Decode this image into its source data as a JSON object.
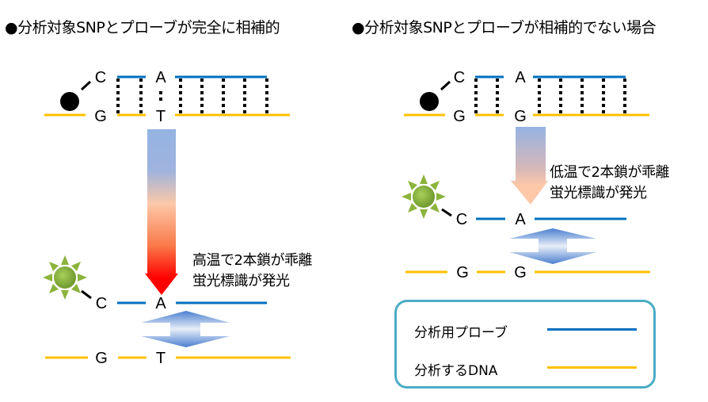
{
  "titles": {
    "left": "●分析対象SNPとプローブが完全に相補的",
    "right": "●分析対象SNPとプローブが相補的でない場合"
  },
  "left_panel": {
    "probe_bases": [
      "C",
      "A"
    ],
    "target_bases": [
      "G",
      "T"
    ],
    "note_line1": "高温で2本鎖が乖離",
    "note_line2": "蛍光標識が発光",
    "arrow_gradient": [
      "#95b3e2",
      "#fcc8a8",
      "#ff0000"
    ]
  },
  "right_panel": {
    "probe_bases": [
      "C",
      "A"
    ],
    "target_bases": [
      "G",
      "G"
    ],
    "note_line1": "低温で2本鎖が乖離",
    "note_line2": "蛍光標識が発光",
    "arrow_gradient": [
      "#95b3e2",
      "#fcc8a8"
    ]
  },
  "legend": {
    "items": [
      {
        "label": "分析用プローブ",
        "color": "#0070c0"
      },
      {
        "label": "分析するDNA",
        "color": "#ffc000"
      }
    ],
    "border_color": "#4bacc6"
  },
  "colors": {
    "probe": "#0070c0",
    "target": "#ffc000",
    "quencher": "#000000",
    "fluorophore": "#8cb43c"
  }
}
